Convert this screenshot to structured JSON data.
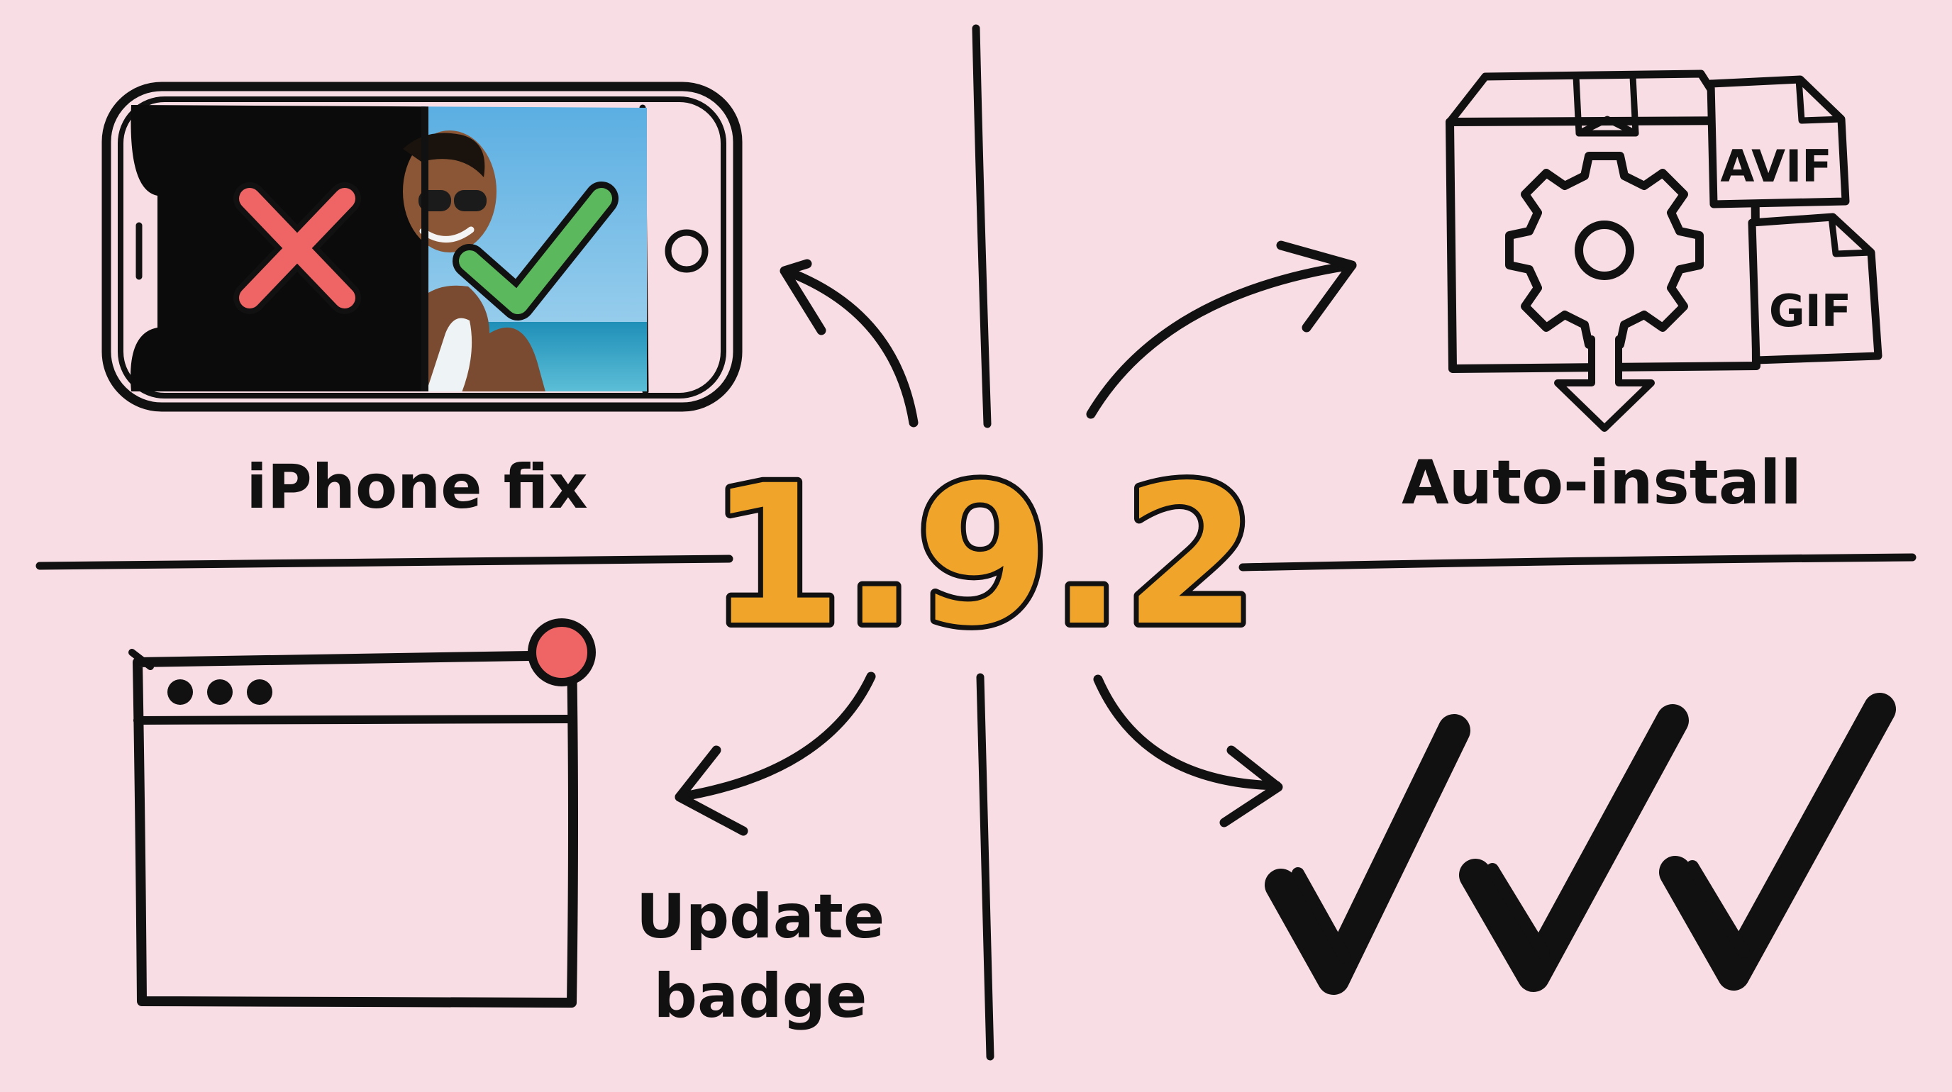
{
  "version": "1.9.2",
  "features": {
    "iphone_fix": {
      "label": "iPhone fix"
    },
    "auto_install": {
      "label": "Auto-install",
      "formats": [
        "AVIF",
        "GIF"
      ]
    },
    "update_badge": {
      "label_line1": "Update",
      "label_line2": "badge"
    }
  },
  "colors": {
    "background": "#f9dde4",
    "ink": "#111111",
    "version_fill": "#f0a52a",
    "cross": "#ef6464",
    "check": "#5cb85c",
    "badge_dot": "#ef6464",
    "sky": "#6fb8e6",
    "sea": "#2f9fc3"
  },
  "icons": [
    "phone-icon",
    "cross-icon",
    "check-icon",
    "package-icon",
    "gear-icon",
    "file-icon",
    "download-arrow-icon",
    "browser-window-icon",
    "notification-dot-icon",
    "triple-check-icon"
  ]
}
